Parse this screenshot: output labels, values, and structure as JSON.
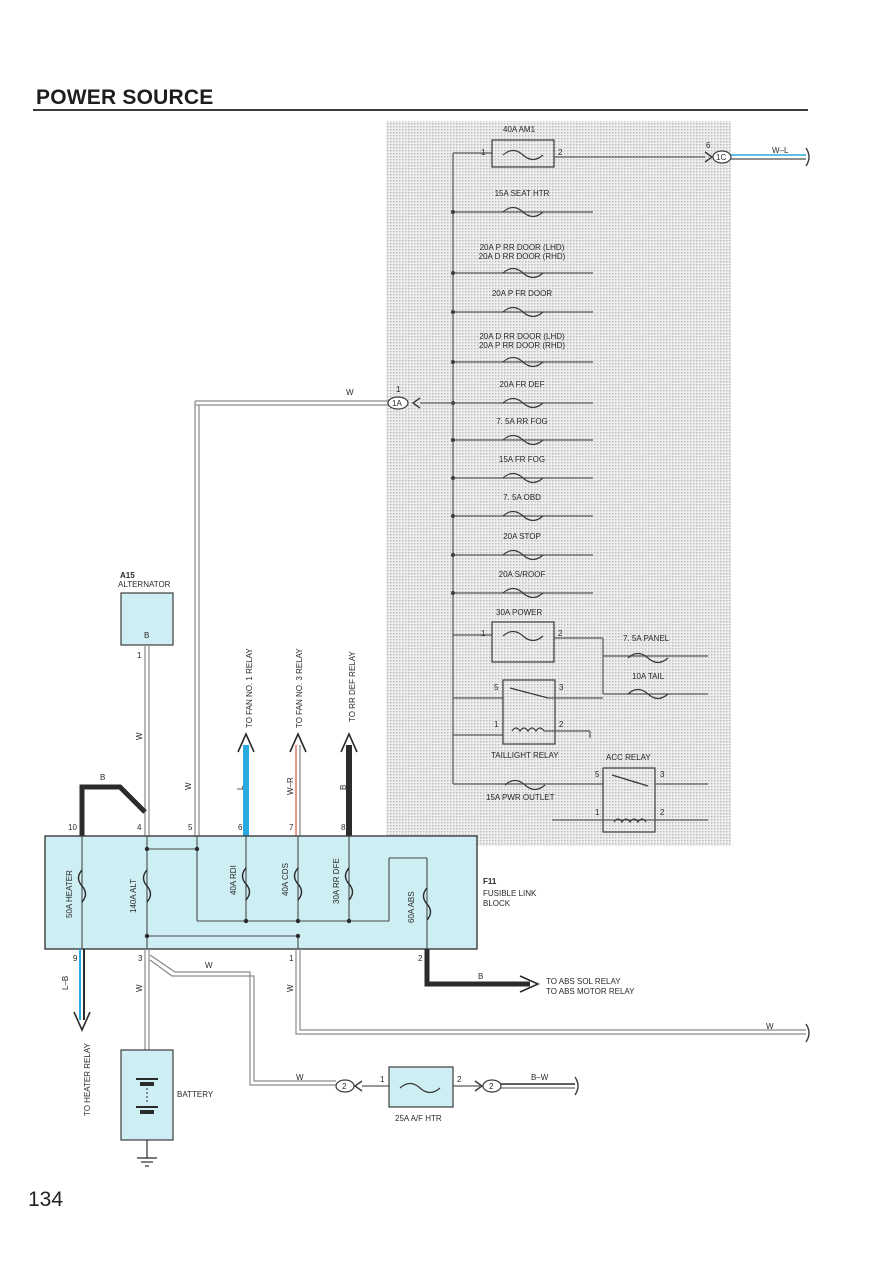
{
  "page": {
    "title": "POWER SOURCE",
    "page_number": "134"
  },
  "colors": {
    "background": "#ffffff",
    "relay_block_shade": "#e2e2e2",
    "fusible_block_fill": "#cdeef2",
    "wire_gray": "#8a8a8a",
    "wire_blue": "#2aa8e0",
    "wire_red": "#e0604a",
    "wire_black": "#2b2b2b"
  },
  "junction_block": {
    "main_fuse": "40A AM1",
    "main_fuse_pin_in": "1",
    "main_fuse_pin_out": "2",
    "output_connector": "1C",
    "output_connector_pin": "6",
    "output_wire": "W–L",
    "input_connector": "1A",
    "input_connector_pin": "1",
    "input_wire": "W",
    "fuses": [
      {
        "label_line1": "15A SEAT HTR",
        "label_line2": ""
      },
      {
        "label_line1": "20A P RR DOOR (LHD)",
        "label_line2": "20A D RR DOOR (RHD)"
      },
      {
        "label_line1": "20A P FR DOOR",
        "label_line2": ""
      },
      {
        "label_line1": "20A D RR DOOR (LHD)",
        "label_line2": "20A P RR DOOR (RHD)"
      },
      {
        "label_line1": "20A FR DEF",
        "label_line2": ""
      },
      {
        "label_line1": "7. 5A RR FOG",
        "label_line2": ""
      },
      {
        "label_line1": "15A FR FOG",
        "label_line2": ""
      },
      {
        "label_line1": "7. 5A OBD",
        "label_line2": ""
      },
      {
        "label_line1": "20A STOP",
        "label_line2": ""
      },
      {
        "label_line1": "20A S/ROOF",
        "label_line2": ""
      }
    ],
    "power_fuse": "30A POWER",
    "power_fuse_pin_in": "1",
    "power_fuse_pin_out": "2",
    "panel_fuse": "7. 5A PANEL",
    "tail_fuse": "10A TAIL",
    "taillight_relay": "TAILLIGHT RELAY",
    "taillight_relay_pins": [
      "5",
      "3",
      "1",
      "2"
    ],
    "acc_relay": "ACC RELAY",
    "acc_relay_pins": [
      "5",
      "3",
      "1",
      "2"
    ],
    "pwr_outlet_fuse": "15A PWR OUTLET"
  },
  "alternator": {
    "code": "A15",
    "name": "ALTERNATOR",
    "terminal": "B",
    "pin": "1",
    "wire": "W"
  },
  "outputs_up": [
    {
      "text": "TO FAN NO. 1 RELAY",
      "wire": "L",
      "pin": "6"
    },
    {
      "text": "TO FAN NO. 3 RELAY",
      "wire": "W–R",
      "pin": "7"
    },
    {
      "text": "TO RR DEF RELAY",
      "wire": "B",
      "pin": "8"
    }
  ],
  "fusible_link_block": {
    "code": "F11",
    "name_line1": "FUSIBLE LINK",
    "name_line2": "BLOCK",
    "top_pins": [
      "10",
      "4",
      "5",
      "6",
      "7",
      "8"
    ],
    "bottom_pins": [
      "9",
      "3",
      "1",
      "2"
    ],
    "links": [
      "50A HEATER",
      "140A ALT",
      "40A RDI",
      "40A CDS",
      "30A RR DFE",
      "60A ABS"
    ]
  },
  "wires": {
    "heater_in": "B",
    "alt_to_block": "W",
    "jb_feed": "W",
    "fan1": "L",
    "fan3": "W–R",
    "rrdef": "B",
    "heater_out": "L–B",
    "battery": "W",
    "af_feed": "W",
    "pin1_out": "W",
    "far_right_w": "W",
    "abs_out": "B",
    "af_out": "B–W",
    "af_conn_feed": "W"
  },
  "lower_labels": {
    "heater_relay": "TO HEATER RELAY",
    "battery": "BATTERY",
    "abs_line1": "TO ABS SOL RELAY",
    "abs_line2": "TO ABS MOTOR RELAY",
    "af_fuse": "25A A/F HTR",
    "af_pin_in": "1",
    "af_pin_out": "2",
    "af_conn_left": "2",
    "af_conn_right": "2"
  }
}
